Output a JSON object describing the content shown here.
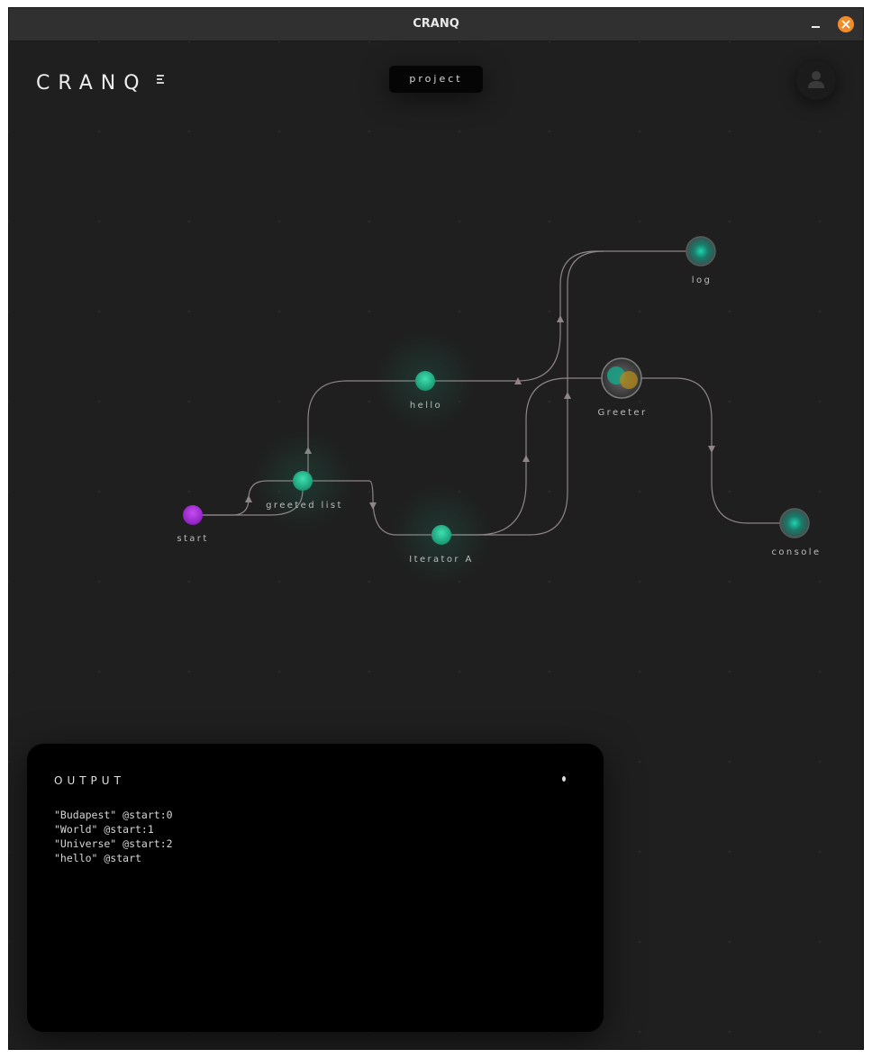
{
  "window": {
    "title": "CRANQ"
  },
  "header": {
    "logo_text": "CRANQ",
    "project_label": "project"
  },
  "icons": {
    "menu": "menu-icon",
    "avatar": "user-avatar-icon",
    "minimize": "minimize-icon",
    "close": "close-icon"
  },
  "colors": {
    "canvas_bg": "#1f1f1f",
    "node_green": "#23b38a",
    "node_purple": "#a32ad9",
    "edge": "#8f8587",
    "close_button": "#f28c28"
  },
  "graph": {
    "nodes": {
      "start": "start",
      "greeted_list": "greeted list",
      "hello": "hello",
      "iterator": "Iterator A",
      "greeter": "Greeter",
      "log": "log",
      "console": "console"
    }
  },
  "output": {
    "title": "OUTPUT",
    "lines": [
      "\"Budapest\" @start:0",
      "\"World\" @start:1",
      "\"Universe\" @start:2",
      "\"hello\" @start"
    ]
  }
}
